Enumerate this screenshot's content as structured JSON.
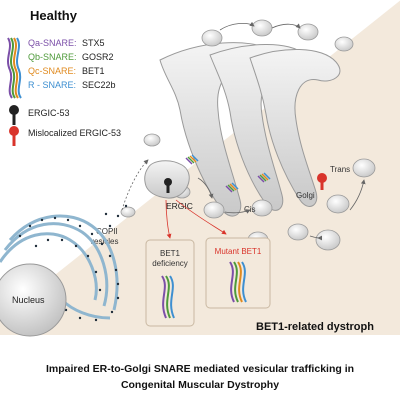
{
  "panel": {
    "healthy_title": "Healthy",
    "disease_label": "BET1-related dystroph",
    "caption_line1": "Impaired ER-to-Golgi SNARE mediated vesicular trafficking in",
    "caption_line2": "Congenital Muscular Dystrophy"
  },
  "legend": {
    "items": [
      {
        "prefix": "Qa-SNARE:",
        "name": "STX5",
        "color": "#7b4fa8"
      },
      {
        "prefix": "Qb-SNARE:",
        "name": "GOSR2",
        "color": "#4e9a3a"
      },
      {
        "prefix": "Qc-SNARE:",
        "name": "BET1",
        "color": "#e08a1e"
      },
      {
        "prefix": "R - SNARE:",
        "name": "SEC22b",
        "color": "#3d8fd1"
      }
    ],
    "ergic53": "ERGIC-53",
    "mislocalized": "Mislocalized ERGIC-53",
    "ergic53_color": "#222222",
    "mislocalized_color": "#d9342b"
  },
  "labels": {
    "nucleus": "Nucleus",
    "copii": "COPII",
    "vesicles": "vesicles",
    "ergic": "ERGIC",
    "cis": "Cis",
    "golgi": "Golgi",
    "trans": "Trans",
    "bet1_deficiency_1": "BET1",
    "bet1_deficiency_2": "deficiency",
    "mutant_bet1": "Mutant BET1"
  },
  "colors": {
    "disease_bg": "#f3e9dc",
    "gray_fill": "#e2e2e2",
    "gray_stroke": "#9a9a9a",
    "red_text": "#d9342b",
    "er_blue": "#8fb6cf"
  }
}
